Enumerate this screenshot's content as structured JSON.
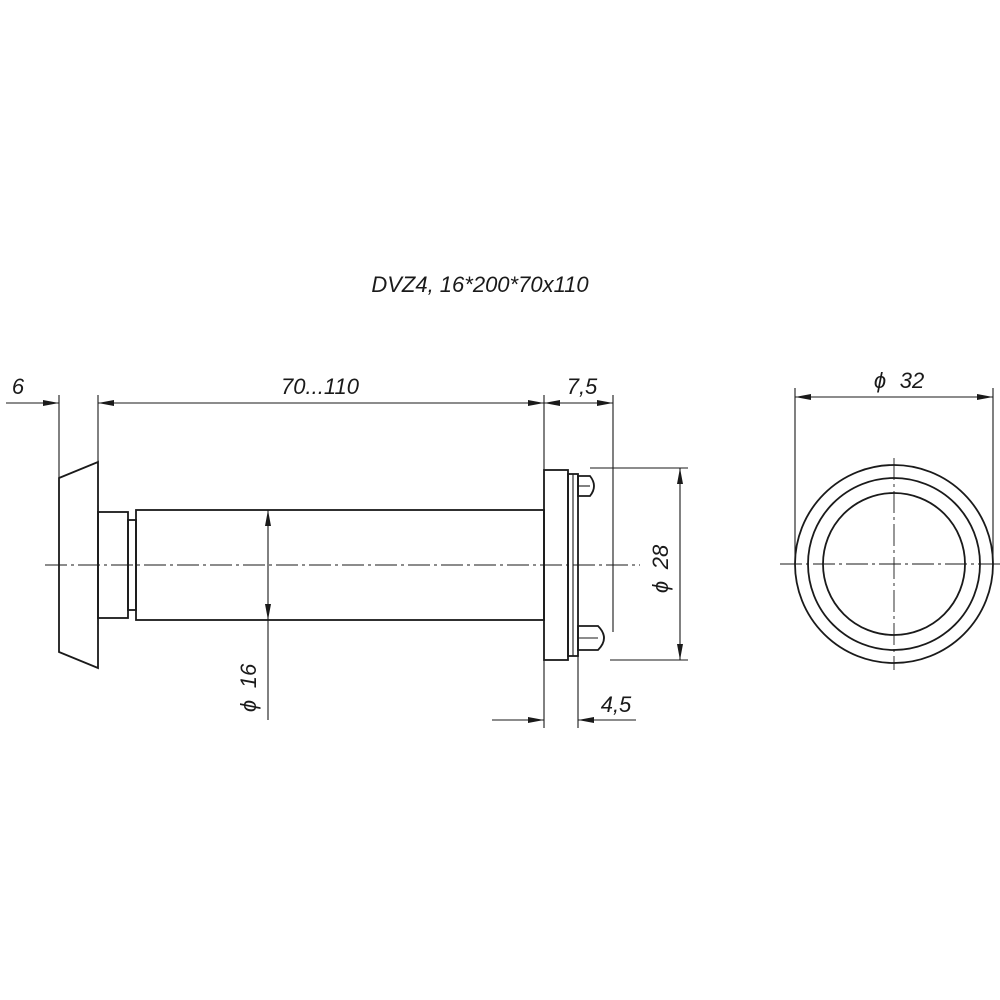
{
  "title": "DVZ4, 16*200*70x110",
  "dimensions": {
    "flange_thickness": "6",
    "length_range": "70...110",
    "head_thickness": "7,5",
    "head_diameter": "28",
    "tube_diameter": "16",
    "rim_thickness": "4,5",
    "outer_diameter": "32"
  },
  "symbols": {
    "diameter": "ϕ"
  },
  "colors": {
    "line": "#1a1a1a",
    "background": "#ffffff"
  }
}
